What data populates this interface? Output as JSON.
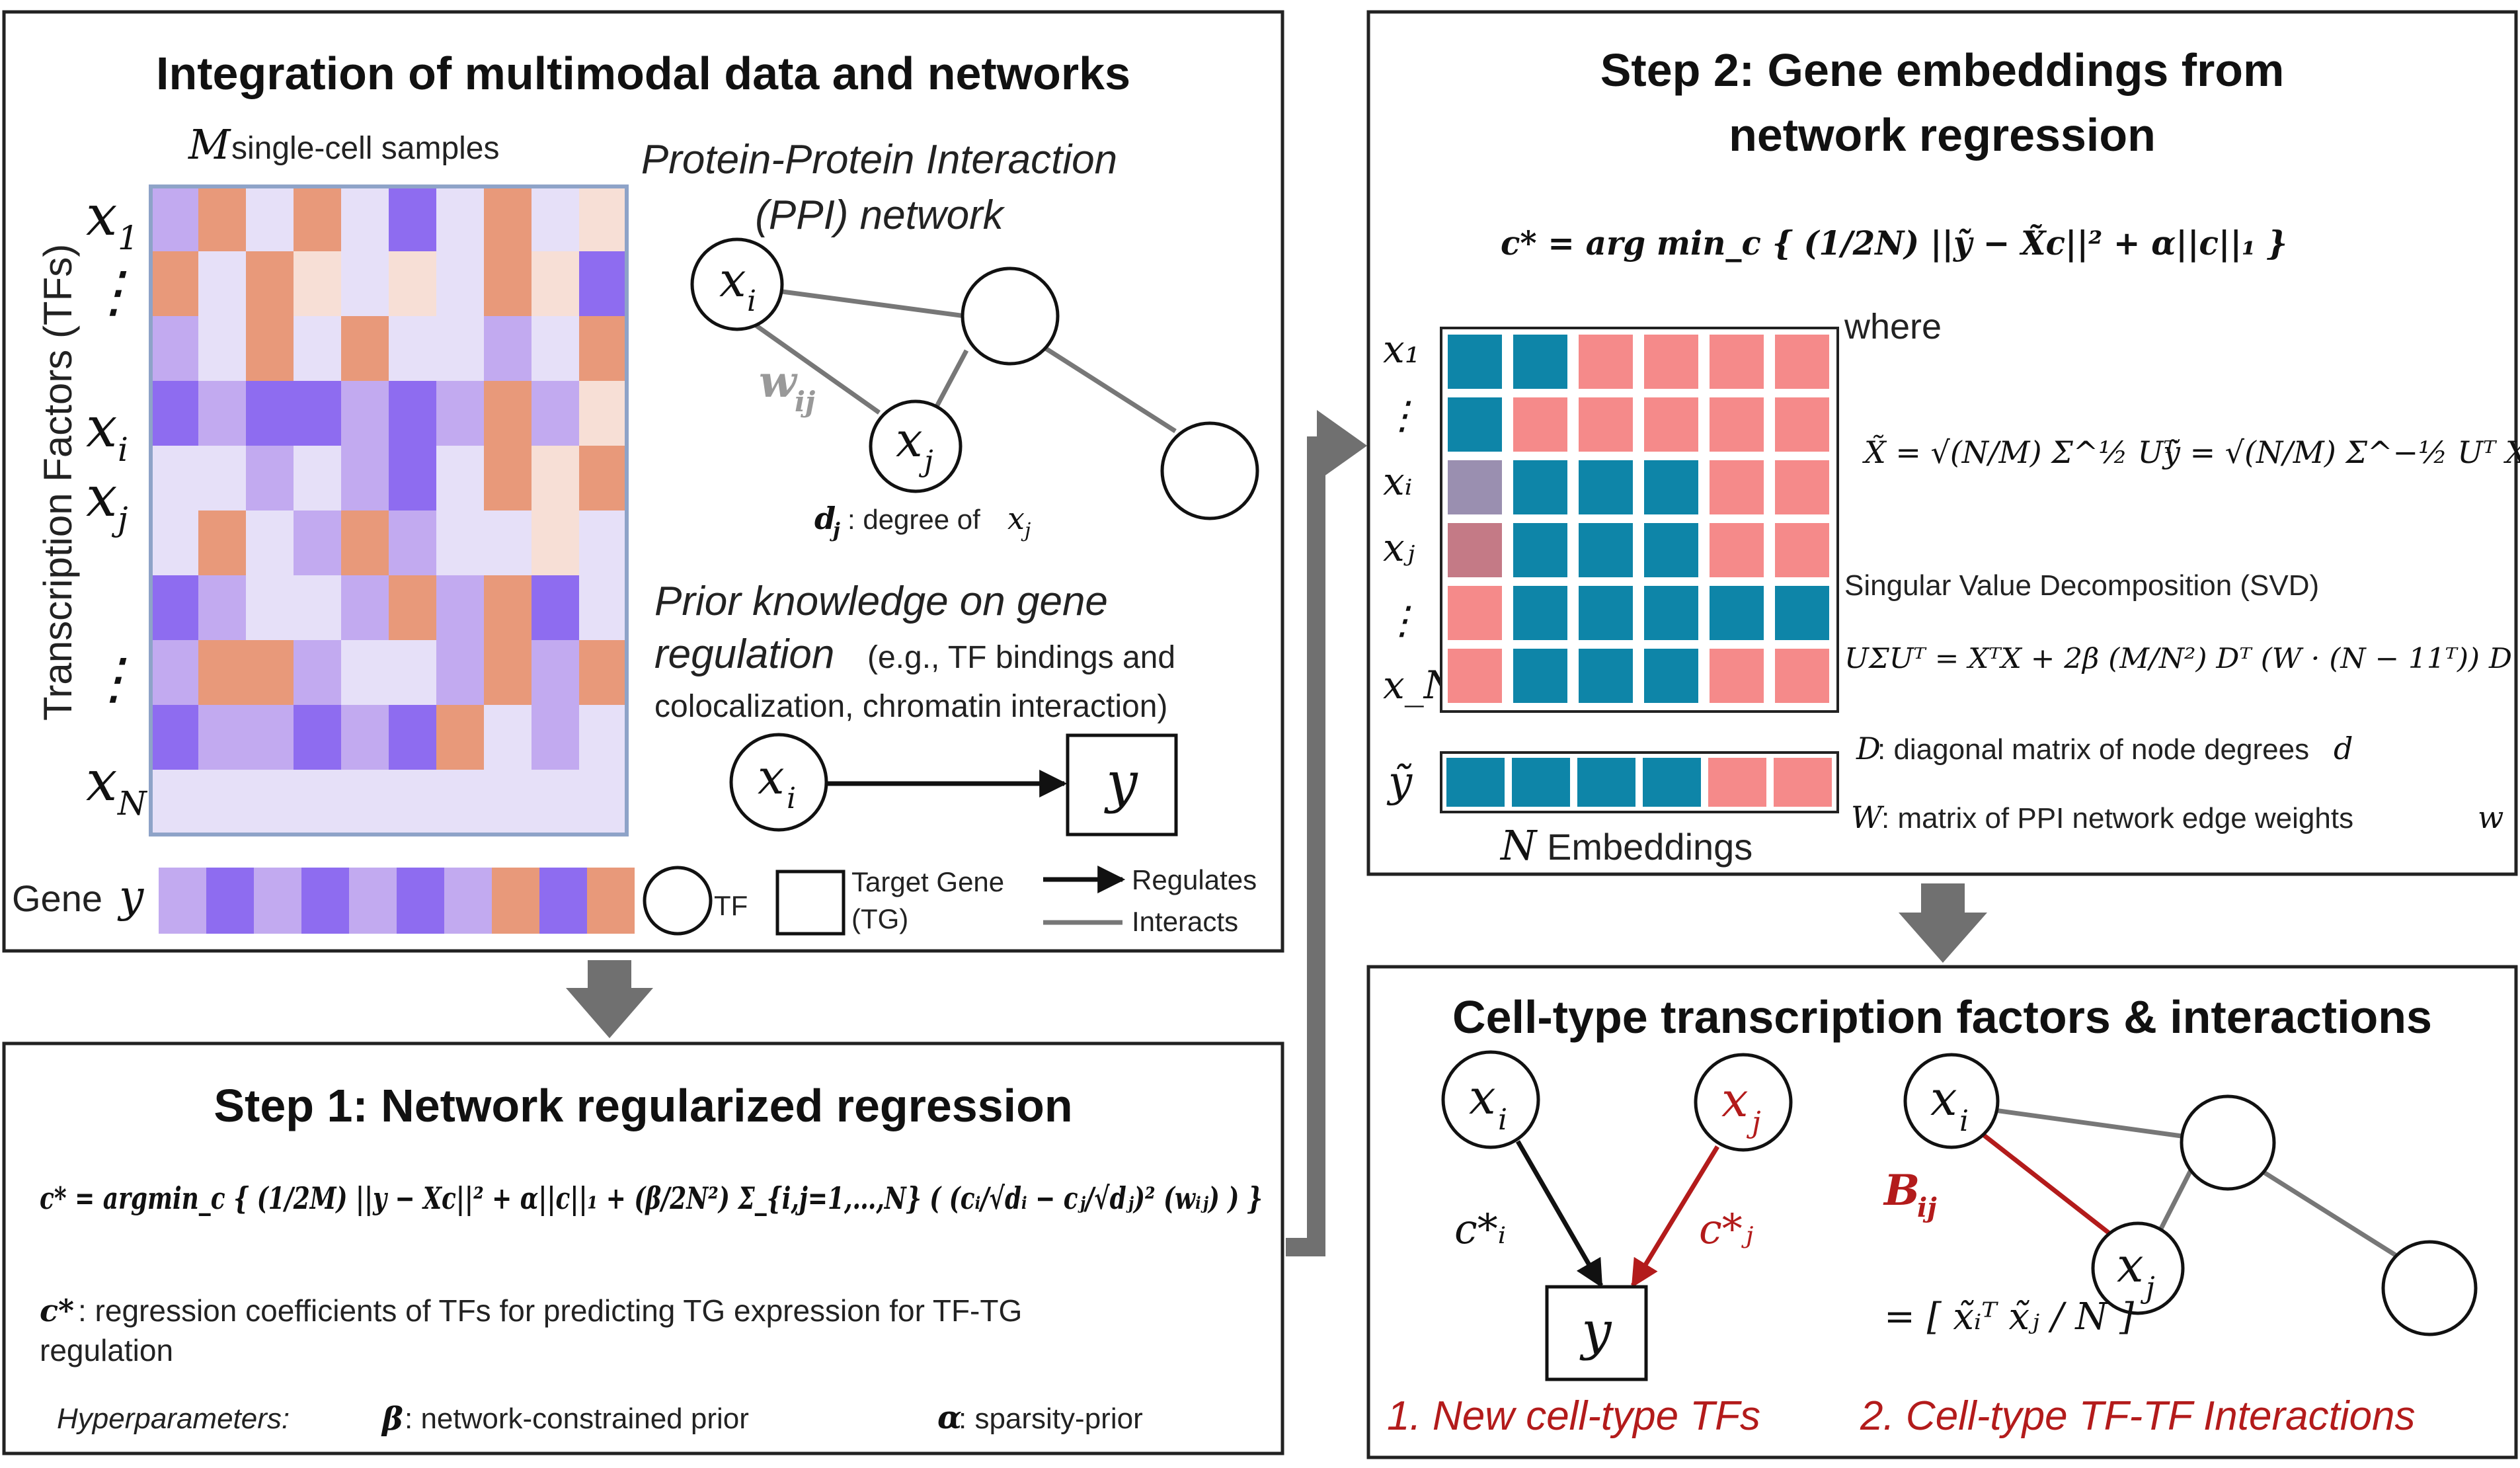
{
  "panel1": {
    "title": "Integration of multimodal data and networks",
    "samples_label": "single-cell samples",
    "samples_var": "M",
    "y_axis": "Transcription Factors (TFs)",
    "row_labels": [
      "x",
      "⋮",
      "x",
      "x",
      "⋮",
      "x"
    ],
    "row_subs": [
      "1",
      "",
      "i",
      "j",
      "",
      "N"
    ],
    "gene_label": "Gene",
    "gene_var": "y",
    "ppi_title": [
      "Protein-Protein Interaction",
      "(PPI) network"
    ],
    "weight_label": "w",
    "weight_sub": "ij",
    "node_xi": "x",
    "node_xi_sub": "i",
    "node_xj": "x",
    "node_xj_sub": "j",
    "degree_var": "d",
    "degree_sub": "j",
    "degree_text": ": degree of",
    "degree_of": "x",
    "degree_of_sub": "j",
    "prior_line1": "Prior knowledge on gene",
    "prior_line2": "regulation",
    "prior_line2b": "(e.g., TF bindings and",
    "prior_line3": "colocalization, chromatin interaction)",
    "target_y": "y",
    "legend": {
      "tf": "TF",
      "target_gene": [
        "Target Gene",
        "(TG)"
      ],
      "regulates": "Regulates",
      "interacts": "Interacts"
    }
  },
  "panel2": {
    "title": [
      "Step 2: Gene embeddings from",
      "network regression"
    ],
    "objective": "c* = arg min_c { (1/2N) ||ỹ − X̃c||² + α||c||₁ }",
    "where": "where",
    "x_tilde_def": "X̃ = √(N/M) Σ^½ Uᵀ",
    "y_tilde_def": "ỹ = √(N/M) Σ^−½ Uᵀ Xᵀ y",
    "svd_label": "Singular Value Decomposition (SVD)",
    "svd_eq": "UΣUᵀ = XᵀX + 2β (M/N²) Dᵀ (W · (N − 11ᵀ)) D",
    "d_def": ": diagonal matrix of node degrees",
    "d_var": "D",
    "d_small": "d",
    "w_def": ": matrix of PPI network edge weights",
    "w_var": "W",
    "w_small": "w",
    "embed_rows": [
      "x₁",
      "⋮",
      "xᵢ",
      "xⱼ",
      "⋮",
      "x_N"
    ],
    "ytilde_row": "ỹ",
    "embeddings_var": "N",
    "embeddings_label": "Embeddings"
  },
  "panel3": {
    "title": "Step 1: Network regularized regression",
    "objective": "c* = argmin_c { (1/2M) ||y − Xc||² + α||c||₁ + (β/2N²) Σ_{i,j=1,…,N} ( (cᵢ/√dᵢ − cⱼ/√dⱼ)² (wᵢⱼ) ) }",
    "c_desc_line1": ": regression coefficients of TFs for predicting TG expression for TF-TG",
    "c_desc_line2": "regulation",
    "c_var": "c*",
    "hyper_label": "Hyperparameters:",
    "beta_var": "β",
    "beta_desc": ": network-constrained prior",
    "alpha_var": "α",
    "alpha_desc": ": sparsity-prior"
  },
  "panel4": {
    "title": "Cell-type transcription factors & interactions",
    "node_xi": "x",
    "node_xi_sub": "i",
    "node_xj": "x",
    "node_xj_sub": "j",
    "coef_i": "c*ᵢ",
    "coef_j": "c*ⱼ",
    "target_y": "y",
    "b_label": "B",
    "b_sub": "ij",
    "b_formula": "= [ x̃ᵢᵀ x̃ⱼ / N ]",
    "caption1": "1. New cell-type TFs",
    "caption2": "2. Cell-type TF-TF Interactions"
  },
  "colors": {
    "purple": "#8e6cf0",
    "light_purple": "#c2aaf0",
    "lavender": "#e6e0f8",
    "orange": "#e8997a",
    "peach": "#f7dfd6",
    "teal": "#0e85a8",
    "pink": "#f58a8a",
    "red_text": "#b31b1b",
    "arrow_gray": "#707070"
  }
}
